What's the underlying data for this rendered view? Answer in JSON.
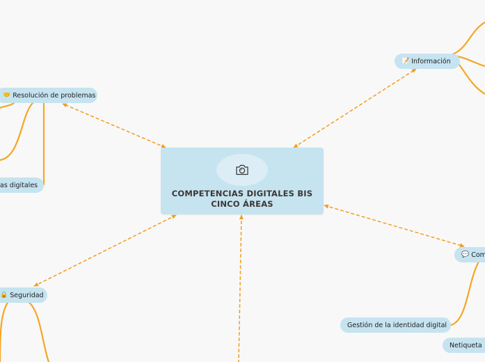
{
  "central": {
    "title_line1": "COMPETENCIAS DIGITALES BIS",
    "title_line2": "CINCO ÁREAS",
    "icon": "camera-icon"
  },
  "nodes": {
    "informacion": {
      "emoji": "📝",
      "label": "Información"
    },
    "resolucion": {
      "emoji": "🤝",
      "label": "Resolución de problemas"
    },
    "herramientas": {
      "label": "as digitales"
    },
    "seguridad": {
      "emoji": "🔒",
      "label": "Seguridad"
    },
    "comunicacion": {
      "emoji": "💬",
      "label": "Com"
    },
    "identidad": {
      "label": "Gestión de la identidad digital"
    },
    "netiqueta": {
      "label": "Netiqueta"
    }
  },
  "colors": {
    "node_fill": "#c6e3f0",
    "dashed_link": "#f39c1e",
    "branch_line": "#f5a623",
    "background": "#f8f8f8"
  }
}
